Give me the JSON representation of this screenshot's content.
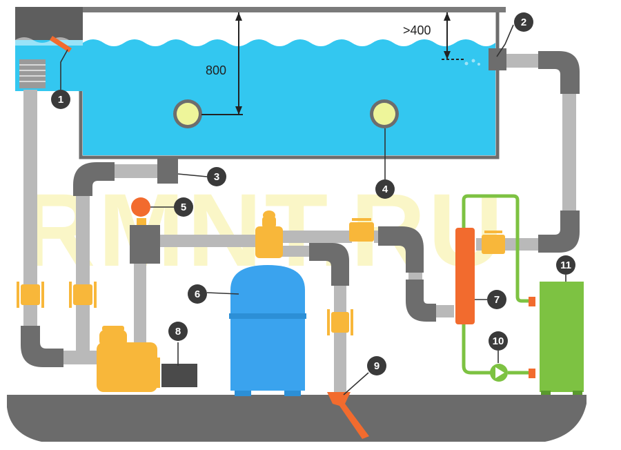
{
  "dimensions": {
    "depth_label": "800",
    "min_label": ">400"
  },
  "watermark": "RMNT.RU",
  "colors": {
    "water": "#33c7f0",
    "pipe": "#b9b9b9",
    "elbow": "#6d6d6d",
    "fitting": "#f8b73a",
    "filter": "#3aa3ee",
    "heater": "#7dc242",
    "exchanger": "#f26b2e",
    "ground": "#6b6b6b",
    "marker": "#3a3a3a"
  },
  "markers": [
    {
      "id": "m1",
      "text": "1"
    },
    {
      "id": "m2",
      "text": "2"
    },
    {
      "id": "m3",
      "text": "3"
    },
    {
      "id": "m4",
      "text": "4"
    },
    {
      "id": "m5",
      "text": "5"
    },
    {
      "id": "m6",
      "text": "6"
    },
    {
      "id": "m7",
      "text": "7"
    },
    {
      "id": "m8",
      "text": "8"
    },
    {
      "id": "m9",
      "text": "9"
    },
    {
      "id": "m10",
      "text": "10"
    },
    {
      "id": "m11",
      "text": "11"
    }
  ]
}
